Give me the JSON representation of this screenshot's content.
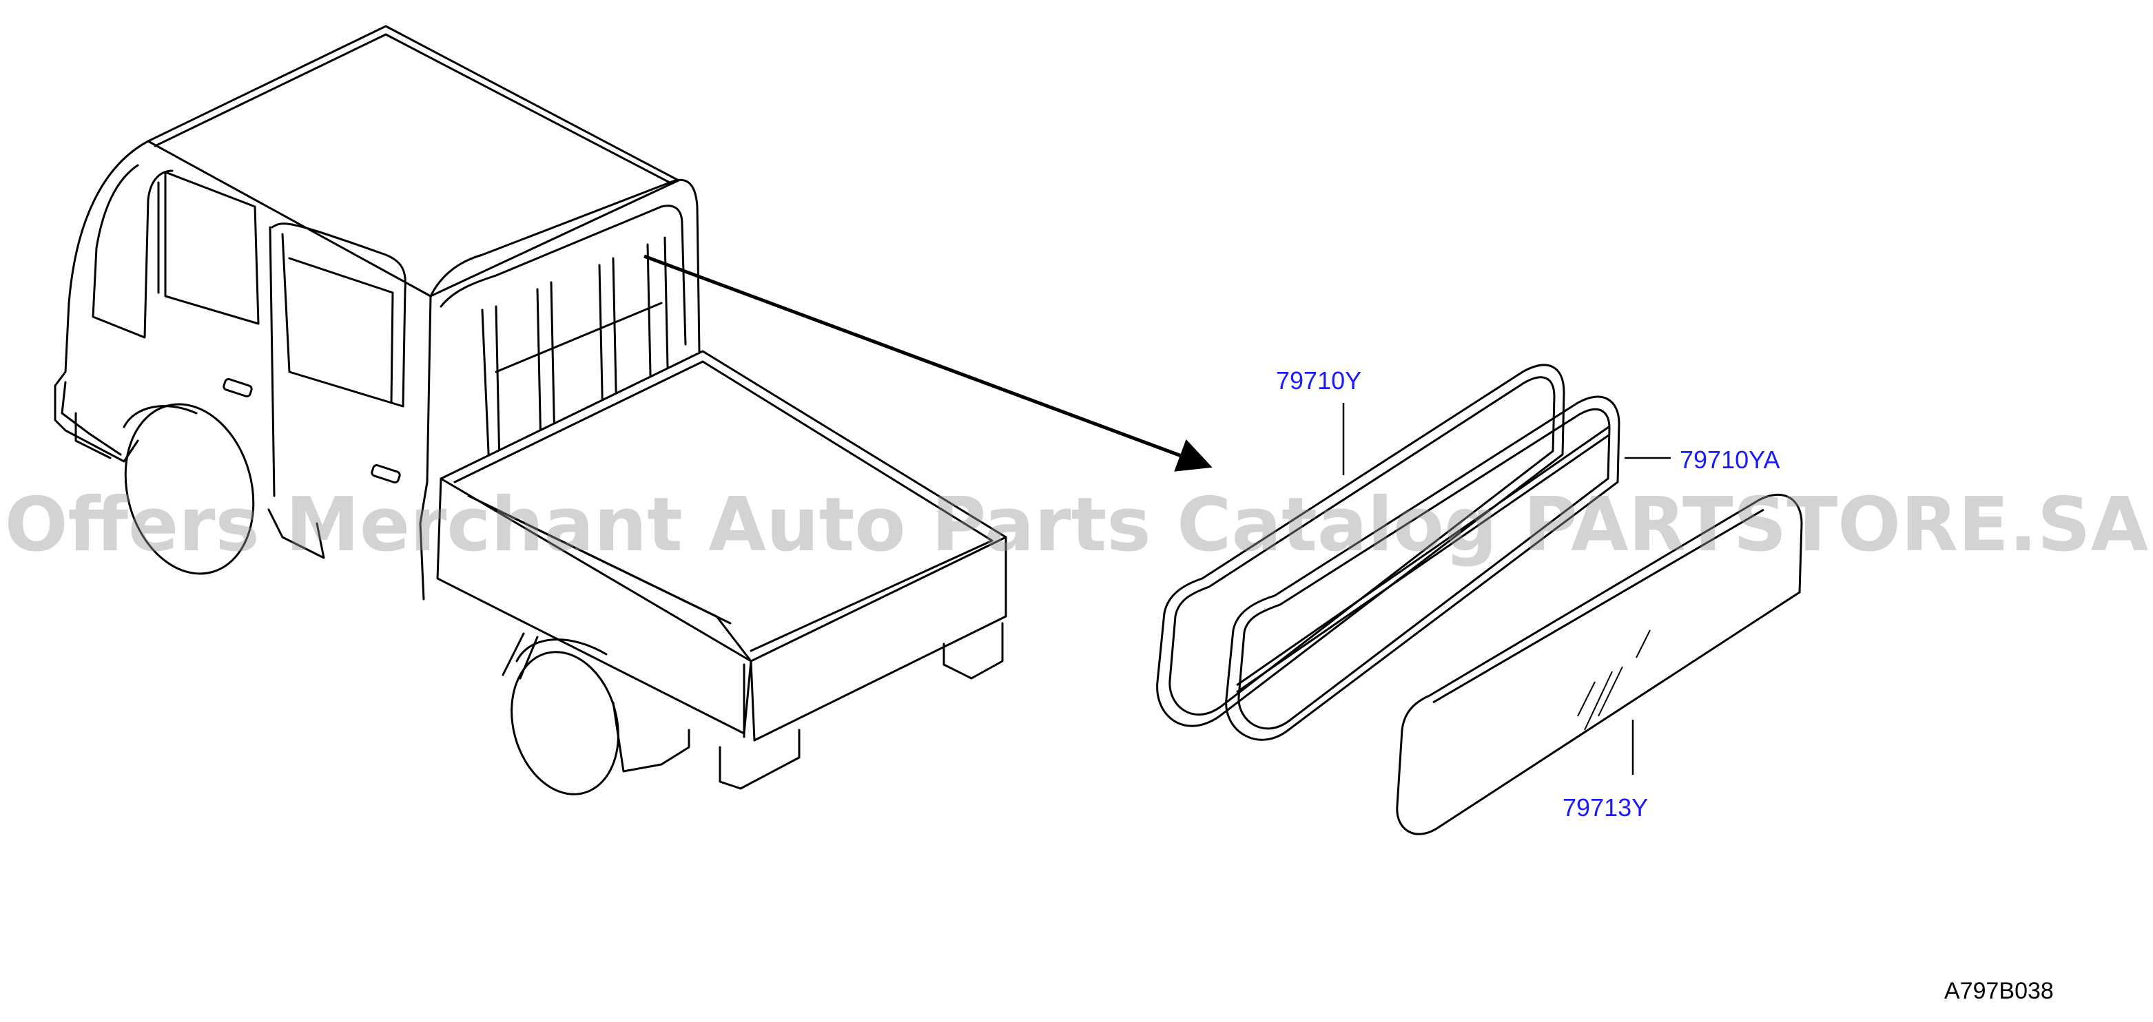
{
  "parts": [
    {
      "id": "seal-outer",
      "number": "79710Y"
    },
    {
      "id": "seal-inner",
      "number": "79710YA"
    },
    {
      "id": "rear-glass",
      "number": "79713Y"
    }
  ],
  "diagram_code": "A797B038",
  "watermark": "Offers Merchant Auto Parts Catalog PARTSTORE.SA",
  "colors": {
    "label": "#1a1aff",
    "line": "#000000",
    "watermark": "#969696"
  }
}
